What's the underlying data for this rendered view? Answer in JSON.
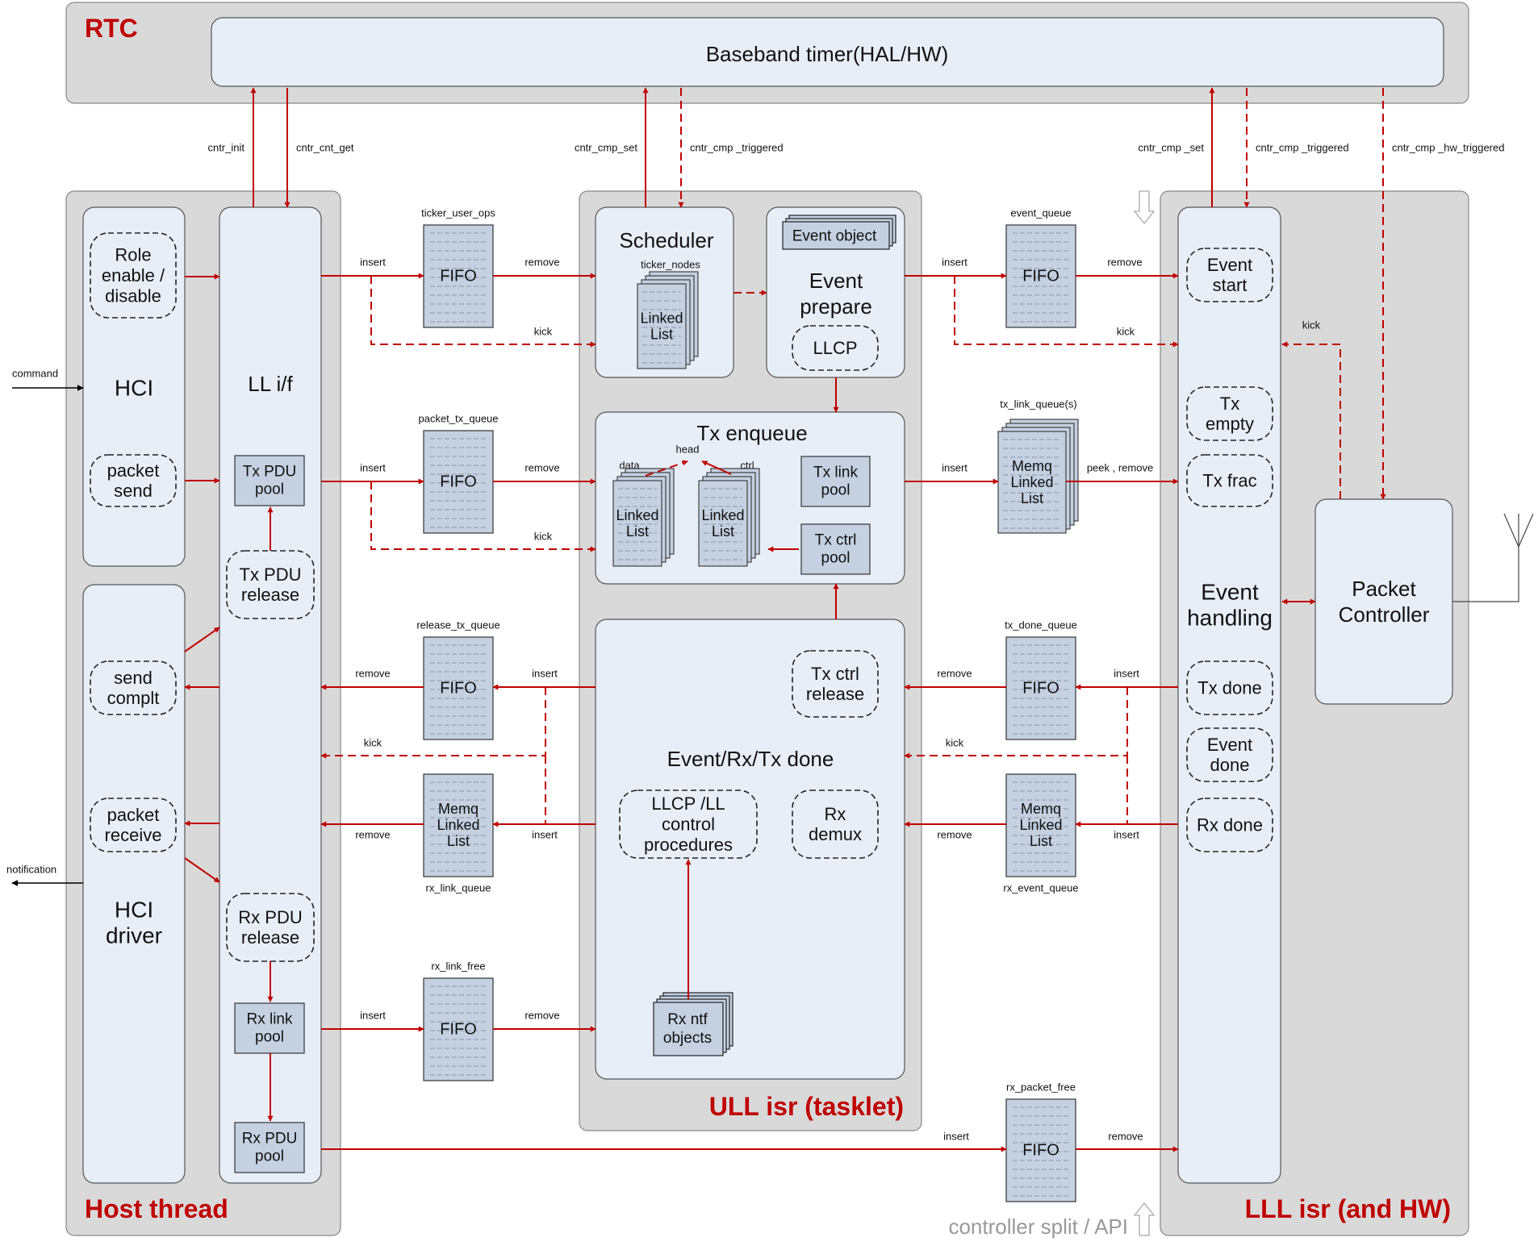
{
  "regions": {
    "rtc": "RTC",
    "host": "Host thread",
    "ull": "ULL isr (tasklet)",
    "lll": "LLL isr (and HW)"
  },
  "blocks": {
    "baseband": "Baseband timer(HAL/HW)",
    "hci": "HCI",
    "hci_driver": [
      "HCI",
      "driver"
    ],
    "ll_if": "LL i/f",
    "scheduler": "Scheduler",
    "ticker_nodes": "ticker_nodes",
    "event_prepare": [
      "Event",
      "prepare"
    ],
    "event_object": "Event object",
    "llcp": "LLCP",
    "tx_enqueue": "Tx enqueue",
    "event_rx_tx_done": "Event/Rx/Tx done",
    "tx_ctrl_release": [
      "Tx ctrl",
      "release"
    ],
    "llcp_ll_control": [
      "LLCP /LL",
      "control",
      "procedures"
    ],
    "rx_demux": [
      "Rx",
      "demux"
    ],
    "rx_ntf_objects": [
      "Rx ntf",
      "objects"
    ],
    "event_handling": [
      "Event",
      "handling"
    ],
    "packet_controller": [
      "Packet",
      "Controller"
    ],
    "tx_link_pool": [
      "Tx link",
      "pool"
    ],
    "tx_ctrl_pool": [
      "Tx ctrl",
      "pool"
    ],
    "tx_pdu_pool": [
      "Tx PDU",
      "pool"
    ],
    "rx_link_pool": [
      "Rx link",
      "pool"
    ],
    "rx_pdu_pool": [
      "Rx PDU",
      "pool"
    ],
    "linked_list": [
      "Linked",
      "List"
    ],
    "memq_linked_list": [
      "Memq",
      "Linked",
      "List"
    ],
    "fifo": "FIFO",
    "tx_enq_data": "data",
    "tx_enq_head": "head",
    "tx_enq_ctrl": "ctrl"
  },
  "procs": {
    "role_enable": [
      "Role",
      "enable /",
      "disable"
    ],
    "packet_send": [
      "packet",
      "send"
    ],
    "send_complt": [
      "send",
      "complt"
    ],
    "packet_receive": [
      "packet",
      "receive"
    ],
    "tx_pdu_release": [
      "Tx PDU",
      "release"
    ],
    "rx_pdu_release": [
      "Rx PDU",
      "release"
    ],
    "event_start": [
      "Event",
      "start"
    ],
    "tx_empty": [
      "Tx",
      "empty"
    ],
    "tx_frac": "Tx frac",
    "tx_done": "Tx done",
    "event_done": [
      "Event",
      "done"
    ],
    "rx_done": "Rx done"
  },
  "queues": {
    "ticker_user_ops": "ticker_user_ops",
    "packet_tx_queue": "packet_tx_queue",
    "release_tx_queue": "release_tx_queue",
    "rx_link_queue": "rx_link_queue",
    "rx_link_free": "rx_link_free",
    "event_queue": "event_queue",
    "tx_link_queue": "tx_link_queue(s)",
    "tx_done_queue": "tx_done_queue",
    "rx_event_queue": "rx_event_queue",
    "rx_packet_free": "rx_packet_free"
  },
  "labels": {
    "cntr_init": "cntr_init",
    "cntr_cnt_get": "cntr_cnt_get",
    "cntr_cmp_set": "cntr_cmp_set",
    "cntr_cmp_set_2": "cntr_cmp _set",
    "cntr_cmp_triggered": "cntr_cmp _triggered",
    "cntr_cmp_hw_triggered": "cntr_cmp _hw_triggered",
    "command": "command",
    "notification": "notification",
    "insert": "insert",
    "remove": "remove",
    "kick": "kick",
    "peek_remove": "peek , remove",
    "controller_split": "controller split / API"
  },
  "colors": {
    "region_fill": "#d9d9d9",
    "block_fill": "#e8eef8",
    "queue_fill": "#c5d0e0",
    "accent": "#c00000",
    "arrow": "#c00000"
  }
}
